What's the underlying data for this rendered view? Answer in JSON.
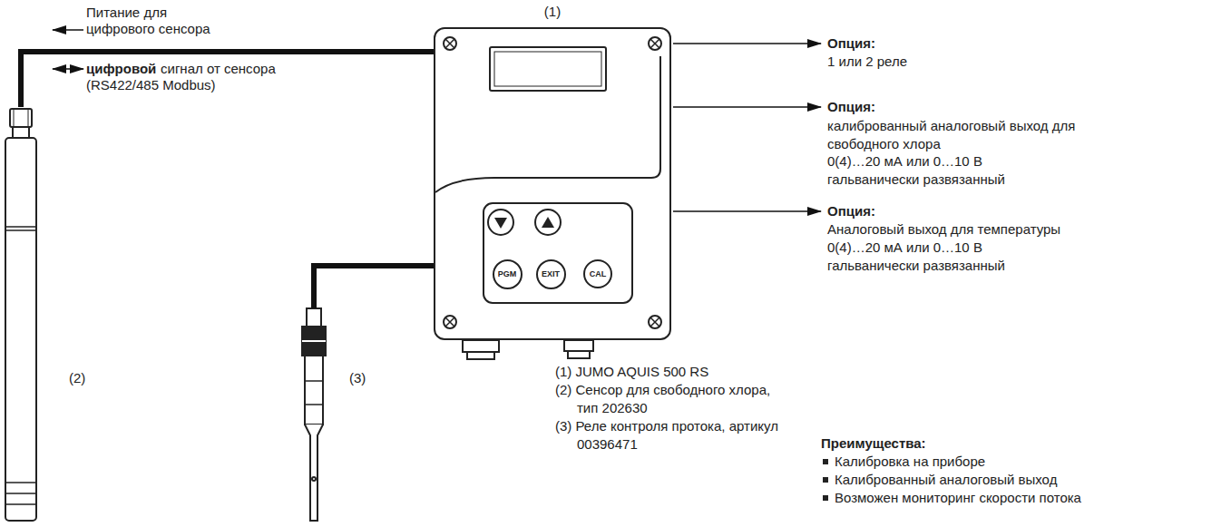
{
  "diagram": {
    "nodes": [
      {
        "text": [
          "(1)"
        ]
      },
      {
        "text": [
          "PGM"
        ],
        "in": 0
      },
      {
        "text": [
          "EXIT"
        ],
        "in": 0
      },
      {
        "text": [
          "CAL"
        ],
        "in": 0
      },
      {
        "text": [
          "(2)"
        ]
      },
      {
        "text": [
          "(3)"
        ]
      }
    ],
    "edges": [
      {
        "from": 4,
        "to": 0,
        "arrow": "none"
      },
      {
        "from": 5,
        "to": 0,
        "arrow": "none"
      }
    ],
    "labels": [
      "Питание для цифрового сенсора",
      "цифровой",
      "сигнал от сенсора (RS422/485 Modbus)",
      "Опция:",
      "1 или 2 реле",
      "Опция:",
      "калиброванный аналоговый выход для свободного хлора",
      "0(4)…20 мА или 0…10 В",
      "гальванически развязанный",
      "Опция:",
      "Аналоговый выход для температуры",
      "0(4)…20 мА или 0…10 В",
      "гальванически развязанный",
      "(1) JUMO AQUIS 500 RS",
      "(2) Сенсор для свободного хлора, тип 202630",
      "(3) Реле контроля протока, артикул 00396471",
      "Преимущества:",
      "Калибровка на приборе",
      "Калиброванный аналоговый выход",
      "Возможен мониторинг скорости потока"
    ]
  }
}
